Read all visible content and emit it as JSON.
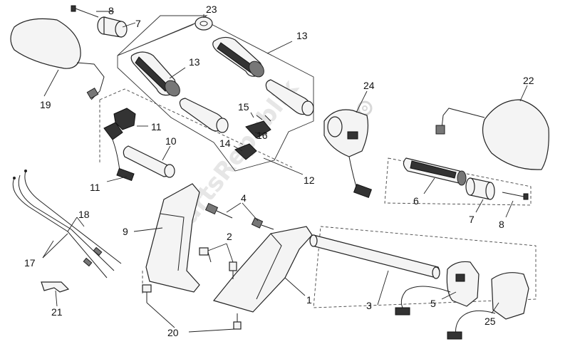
{
  "watermark": "PartsRepublik",
  "callouts": {
    "c1": "1",
    "c2": "2",
    "c3": "3",
    "c4": "4",
    "c5": "5",
    "c6": "6",
    "c7a": "7",
    "c7b": "7",
    "c8a": "8",
    "c8b": "8",
    "c9": "9",
    "c10": "10",
    "c11a": "11",
    "c11b": "11",
    "c12": "12",
    "c13a": "13",
    "c13b": "13",
    "c14": "14",
    "c15": "15",
    "c16": "16",
    "c17": "17",
    "c18": "18",
    "c19": "19",
    "c20": "20",
    "c21": "21",
    "c22": "22",
    "c23": "23",
    "c24": "24",
    "c25": "25"
  },
  "icons": {
    "watermark_logo": "gear-icon"
  }
}
